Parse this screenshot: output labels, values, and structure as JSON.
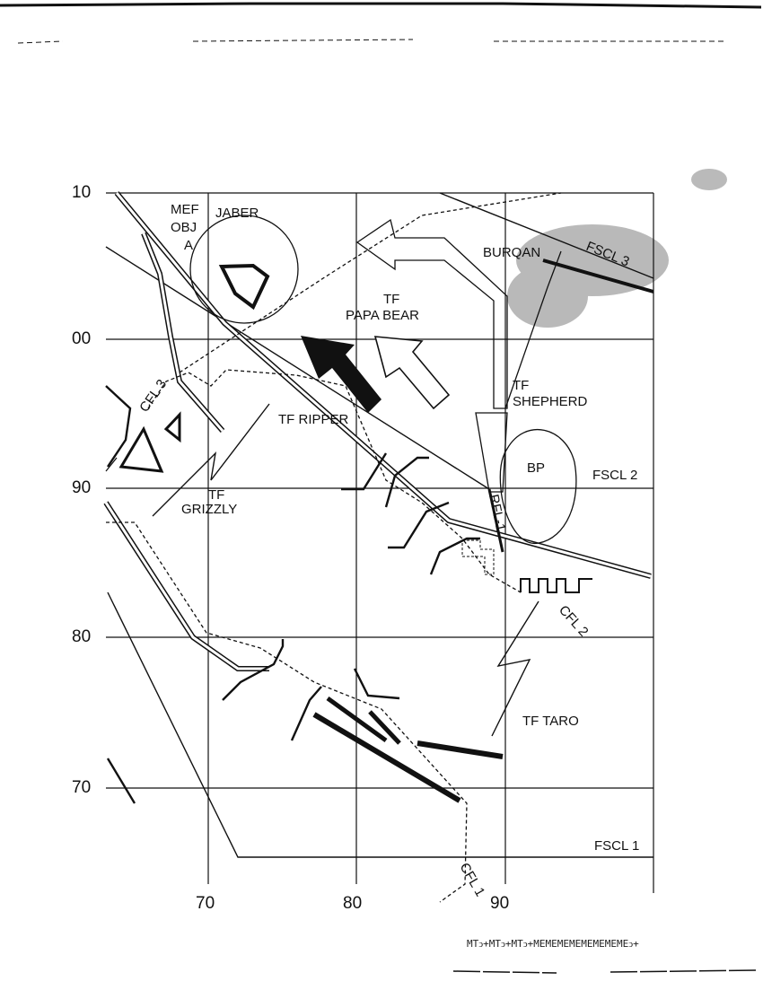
{
  "map": {
    "y_axis_labels": [
      "10",
      "00",
      "90",
      "80",
      "70"
    ],
    "x_axis_labels": [
      "70",
      "80",
      "90"
    ],
    "objective": {
      "line1": "MEF",
      "line2": "OBJ",
      "line3": "A"
    },
    "place_labels": {
      "jaber": "JABER",
      "burqan": "BURQAN",
      "bp": "BP"
    },
    "units": {
      "papa_bear": {
        "line1": "TF",
        "line2": "PAPA BEAR"
      },
      "shepherd": {
        "line1": "TF",
        "line2": "SHEPHERD"
      },
      "ripper": "TF RIPPER",
      "grizzly": {
        "line1": "TF",
        "line2": "GRIZZLY"
      },
      "taro": "TF TARO"
    },
    "control_lines": {
      "fscl1": "FSCL 1",
      "fscl2": "FSCL 2",
      "fscl3": "FSCL 3",
      "cfl1": "CFL 1",
      "cfl2": "CFL 2",
      "cfl3": "CFL 3",
      "rfl1": "RFL-1"
    },
    "footer_code": "MTↄ+MTↄ+MTↄ+MEMEMEMEMEMEMEMEↄ+",
    "colors": {
      "ink": "#111111",
      "speckle": "#555555"
    }
  }
}
